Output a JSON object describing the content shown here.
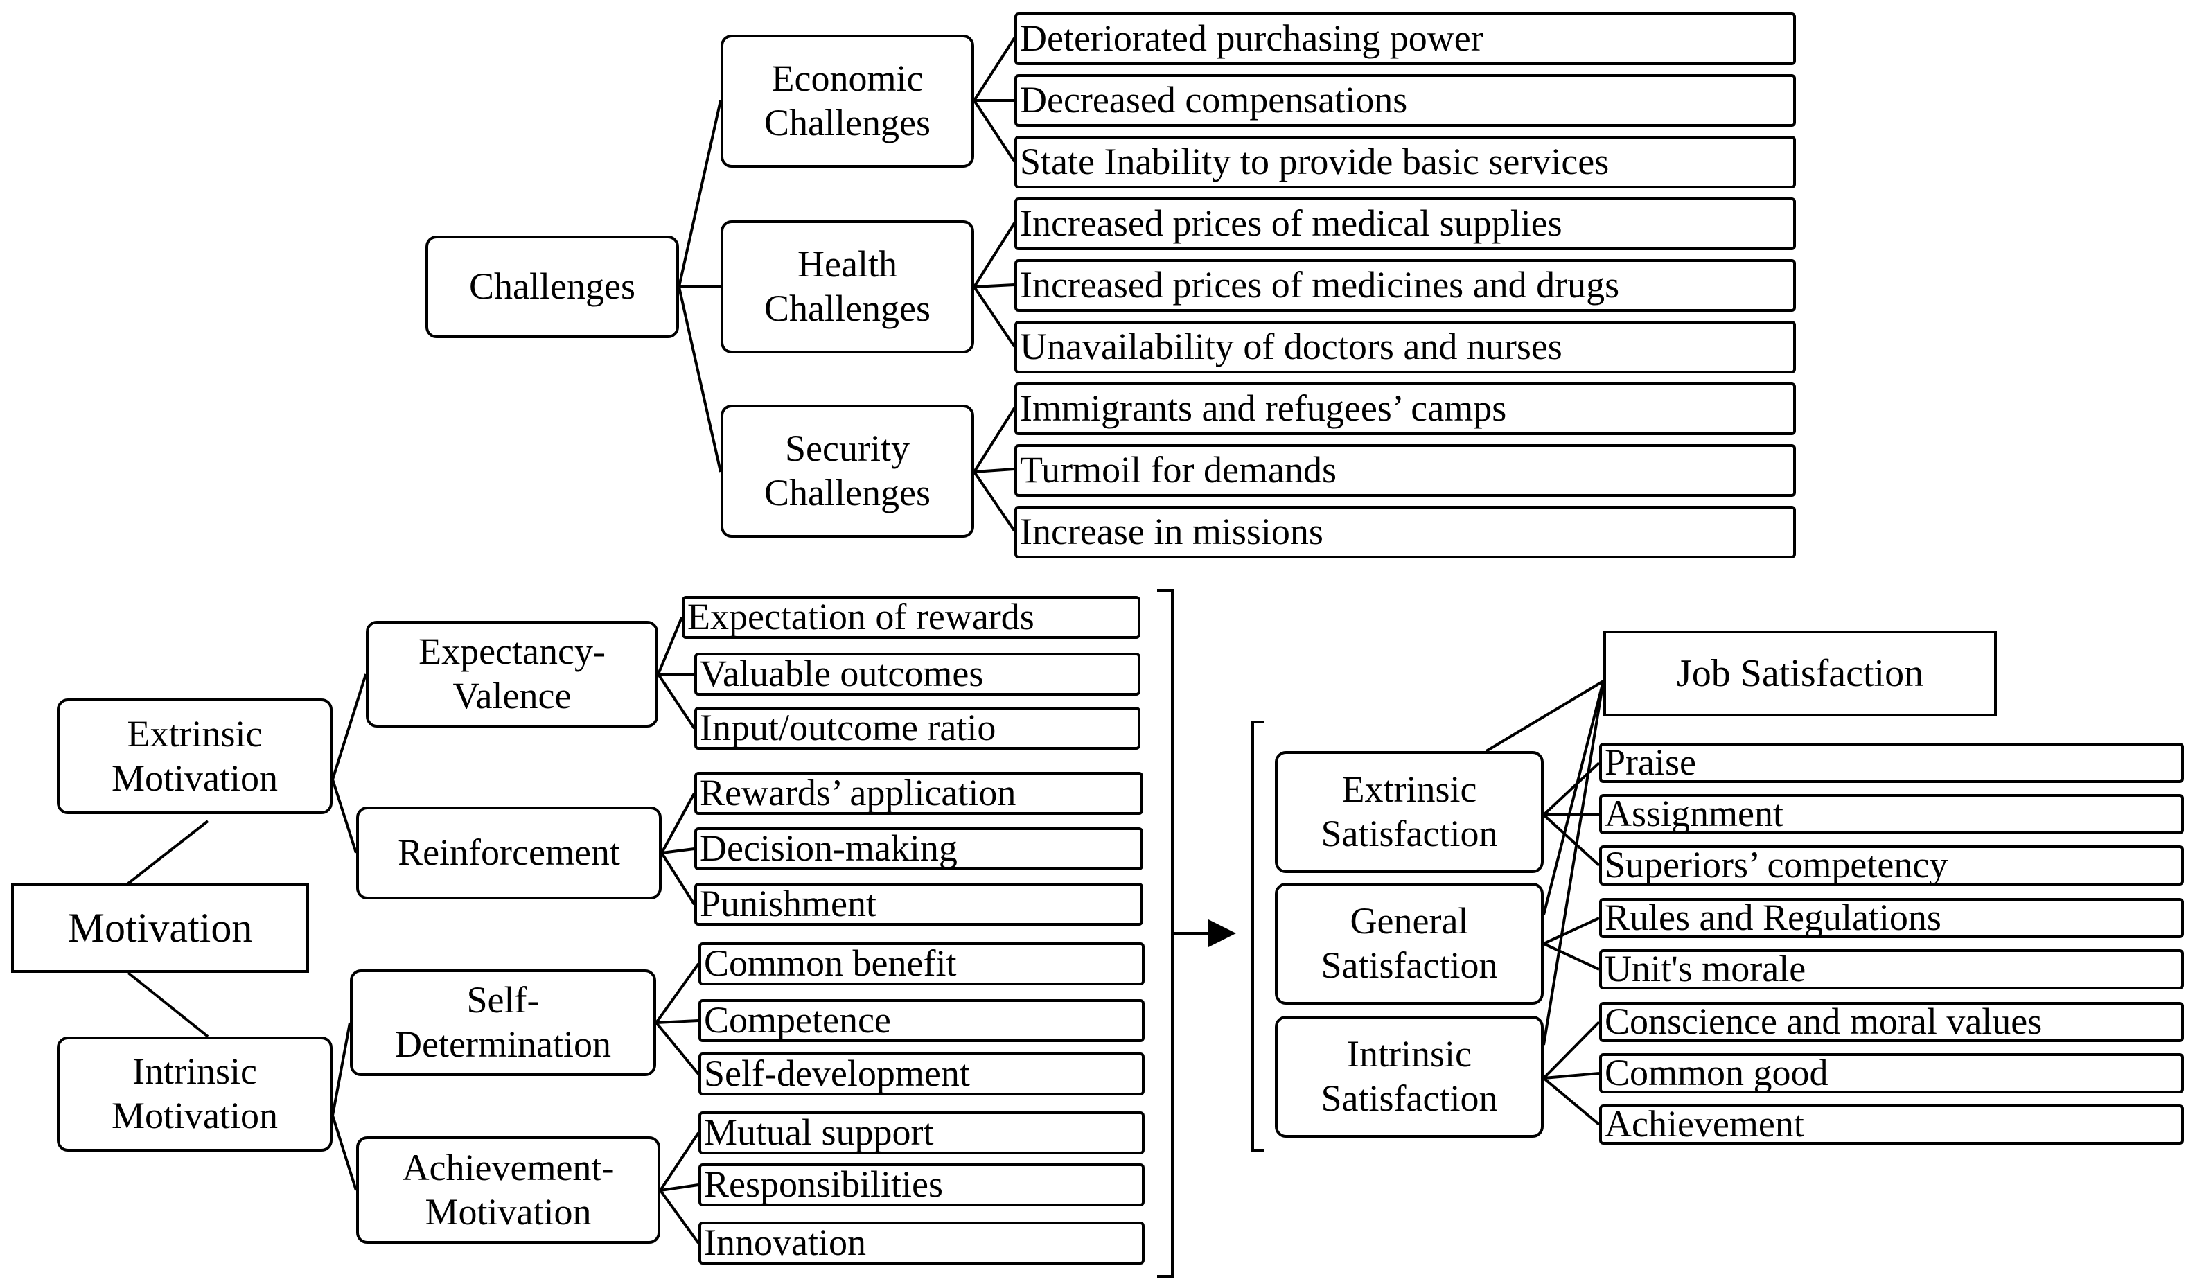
{
  "challenges": {
    "root": "Challenges",
    "groups": [
      {
        "label": "Economic\nChallenges",
        "items": [
          "Deteriorated purchasing power",
          "Decreased compensations",
          "State Inability to provide basic services"
        ]
      },
      {
        "label": "Health\nChallenges",
        "items": [
          "Increased prices of medical supplies",
          "Increased prices of medicines and drugs",
          "Unavailability of doctors and nurses"
        ]
      },
      {
        "label": "Security\nChallenges",
        "items": [
          "Immigrants and refugees’ camps",
          "Turmoil for demands",
          "Increase in missions"
        ]
      }
    ]
  },
  "motivation": {
    "root": "Motivation",
    "branches": [
      {
        "label": "Extrinsic\nMotivation",
        "theories": [
          {
            "label": "Expectancy-\nValence",
            "items": [
              "Expectation of rewards",
              "Valuable outcomes",
              "Input/outcome ratio"
            ]
          },
          {
            "label": "Reinforcement",
            "items": [
              "Rewards’ application",
              "Decision-making",
              "Punishment"
            ]
          }
        ]
      },
      {
        "label": "Intrinsic\nMotivation",
        "theories": [
          {
            "label": "Self-\nDetermination",
            "items": [
              "Common benefit",
              "Competence",
              "Self-development"
            ]
          },
          {
            "label": "Achievement-\nMotivation",
            "items": [
              "Mutual support",
              "Responsibilities",
              "Innovation"
            ]
          }
        ]
      }
    ]
  },
  "satisfaction": {
    "root": "Job Satisfaction",
    "types": [
      {
        "label": "Extrinsic\nSatisfaction",
        "items": [
          "Praise",
          "Assignment",
          "Superiors’ competency"
        ]
      },
      {
        "label": "General\nSatisfaction",
        "items": [
          "Rules and Regulations",
          "Unit's morale"
        ]
      },
      {
        "label": "Intrinsic\nSatisfaction",
        "items": [
          "Conscience and moral values",
          "Common good",
          "Achievement"
        ]
      }
    ]
  }
}
